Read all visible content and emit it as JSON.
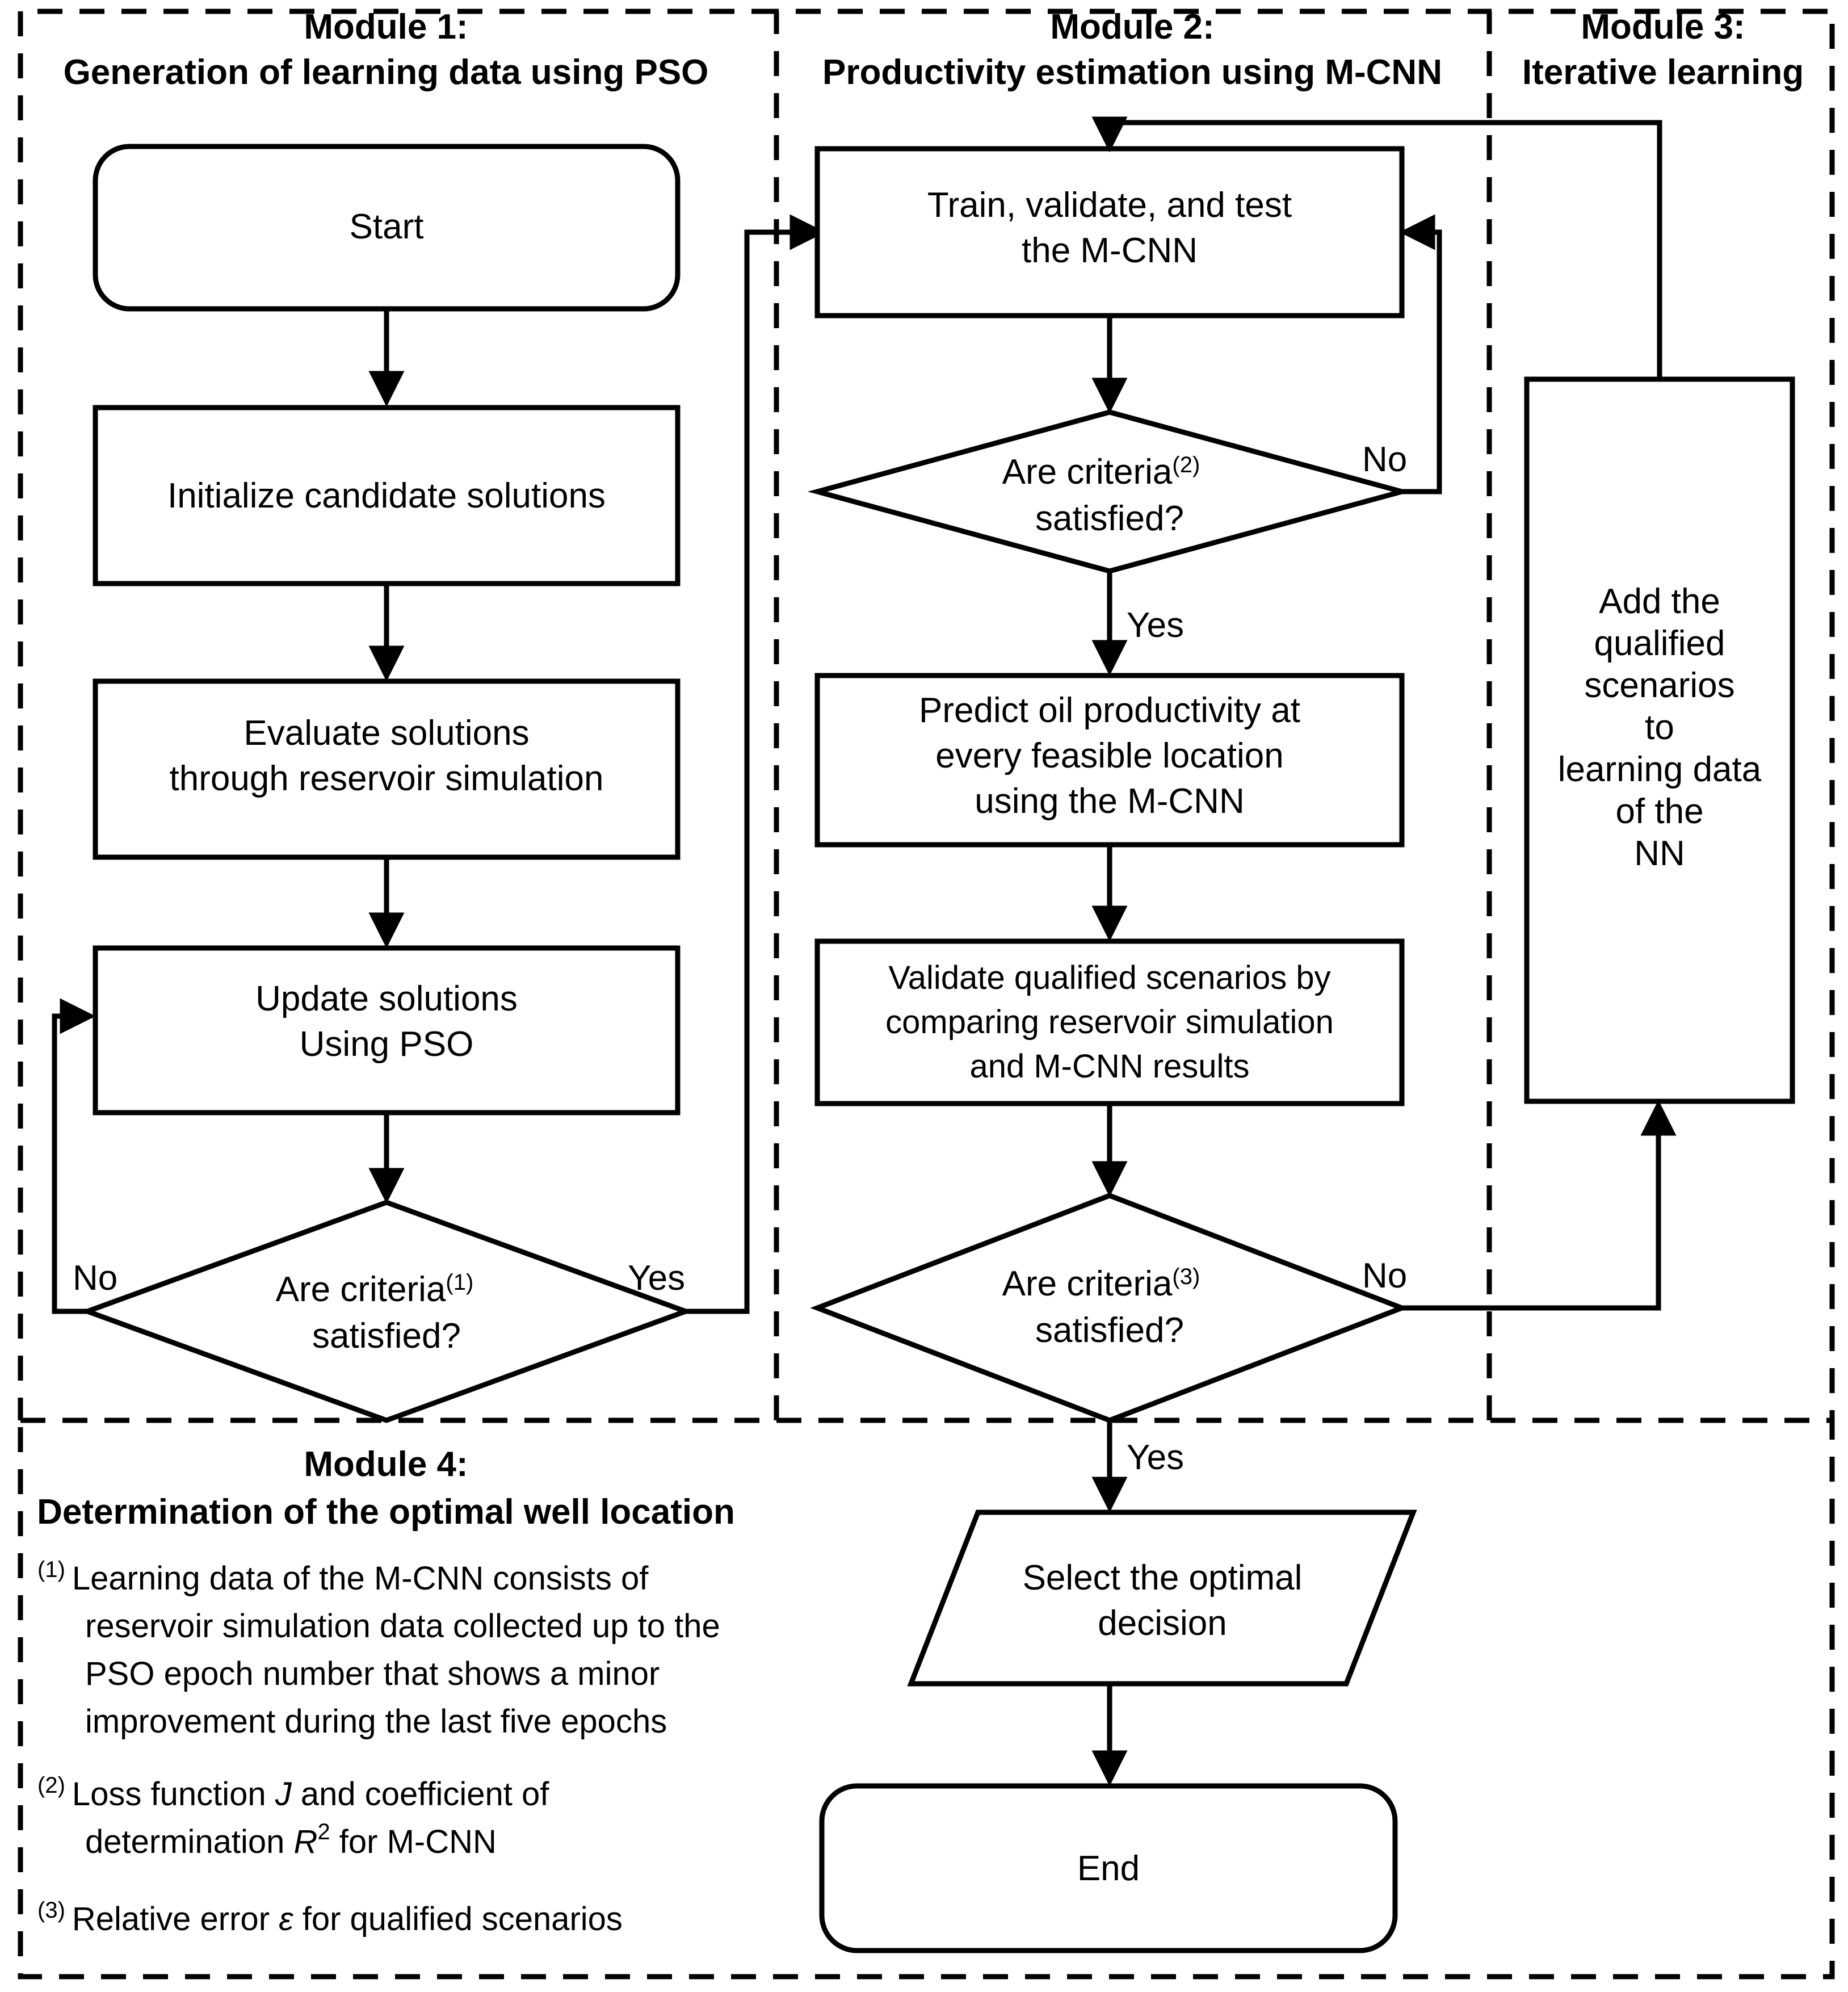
{
  "figure": {
    "type": "flowchart",
    "title_present": false
  },
  "modules": [
    {
      "id": "module1",
      "number_label": "Module 1:",
      "title": "Generation of learning data using PSO"
    },
    {
      "id": "module2",
      "number_label": "Module 2:",
      "title": "Productivity estimation using M-CNN"
    },
    {
      "id": "module3",
      "number_label": "Module 3:",
      "title": "Iterative learning"
    },
    {
      "id": "module4",
      "number_label": "Module 4:",
      "title": "Determination of the optimal well location"
    }
  ],
  "nodes": {
    "start": {
      "shape": "terminator",
      "lines": [
        "Start"
      ]
    },
    "initialize": {
      "shape": "process",
      "lines": [
        "Initialize candidate solutions"
      ]
    },
    "evaluate": {
      "shape": "process",
      "lines": [
        "Evaluate solutions",
        "through reservoir simulation"
      ]
    },
    "update": {
      "shape": "process",
      "lines": [
        "Update solutions",
        "Using PSO"
      ]
    },
    "criteria1": {
      "shape": "decision",
      "lines": [
        "Are criteria",
        "satisfied?"
      ],
      "superscript": "(1)"
    },
    "train": {
      "shape": "process",
      "lines": [
        "Train, validate, and test",
        "the M-CNN"
      ]
    },
    "criteria2": {
      "shape": "decision",
      "lines": [
        "Are criteria",
        "satisfied?"
      ],
      "superscript": "(2)"
    },
    "predict": {
      "shape": "process",
      "lines": [
        "Predict oil productivity at",
        "every feasible location",
        "using the M-CNN"
      ]
    },
    "validate": {
      "shape": "process",
      "lines": [
        "Validate qualified scenarios by",
        "comparing reservoir simulation",
        "and M-CNN results"
      ]
    },
    "criteria3": {
      "shape": "decision",
      "lines": [
        "Are criteria",
        "satisfied?"
      ],
      "superscript": "(3)"
    },
    "add": {
      "shape": "process",
      "lines": [
        "Add the",
        "qualified",
        "scenarios",
        "to",
        "learning data",
        "of the",
        "NN"
      ]
    },
    "select": {
      "shape": "data",
      "lines": [
        "Select the optimal",
        "decision"
      ]
    },
    "end": {
      "shape": "terminator",
      "lines": [
        "End"
      ]
    }
  },
  "edge_labels": {
    "criteria1_no": "No",
    "criteria1_yes": "Yes",
    "criteria2_no": "No",
    "criteria2_yes": "Yes",
    "criteria3_no": "No",
    "criteria3_yes": "Yes"
  },
  "footnotes": [
    {
      "marker": "(1)",
      "lines": [
        "Learning data of the M-CNN consists of",
        "reservoir simulation data collected up to the",
        "PSO epoch number that shows a minor",
        "improvement during the last five epochs"
      ]
    },
    {
      "marker": "(2)",
      "lines": [
        "Loss function J and coefficient of",
        "determination R2 for M-CNN"
      ],
      "segments_line1": [
        "Loss function ",
        "J",
        " and coefficient of"
      ],
      "segments_line2": [
        "determination ",
        "R",
        "2",
        " for M-CNN"
      ]
    },
    {
      "marker": "(3)",
      "lines": [
        "Relative error ε for qualified scenarios"
      ],
      "segments_line1": [
        "Relative error ",
        "ε",
        " for qualified scenarios"
      ]
    }
  ],
  "colors": {
    "stroke": "#000000",
    "fill": "#ffffff",
    "background": "#ffffff"
  }
}
